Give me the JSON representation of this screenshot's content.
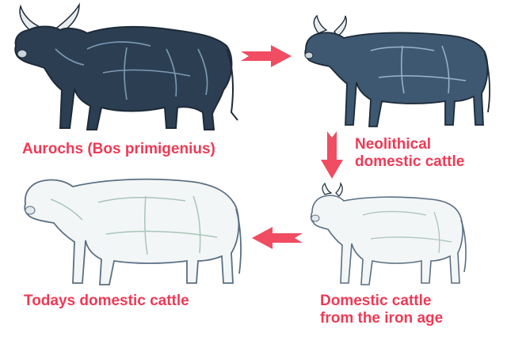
{
  "stages": [
    {
      "id": "aurochs",
      "lines": [
        "Aurochs (Bos primigenius)"
      ]
    },
    {
      "id": "neolithic",
      "lines": [
        "Neolithical",
        "domestic cattle"
      ]
    },
    {
      "id": "iron_age",
      "lines": [
        "Domestic cattle",
        "from the iron age"
      ]
    },
    {
      "id": "today",
      "lines": [
        "Todays domestic cattle"
      ]
    }
  ],
  "colors": {
    "label": "#ee3a55",
    "arrow": "#f04c62",
    "ink": "#1d2a38",
    "dark_hide": "#2c3f52",
    "blue_hide": "#3d5870",
    "light_hide": "#f3f6f6"
  },
  "icons": [
    "bull-icon",
    "cow-icon",
    "arrow-right-icon",
    "arrow-down-icon",
    "arrow-left-icon"
  ]
}
